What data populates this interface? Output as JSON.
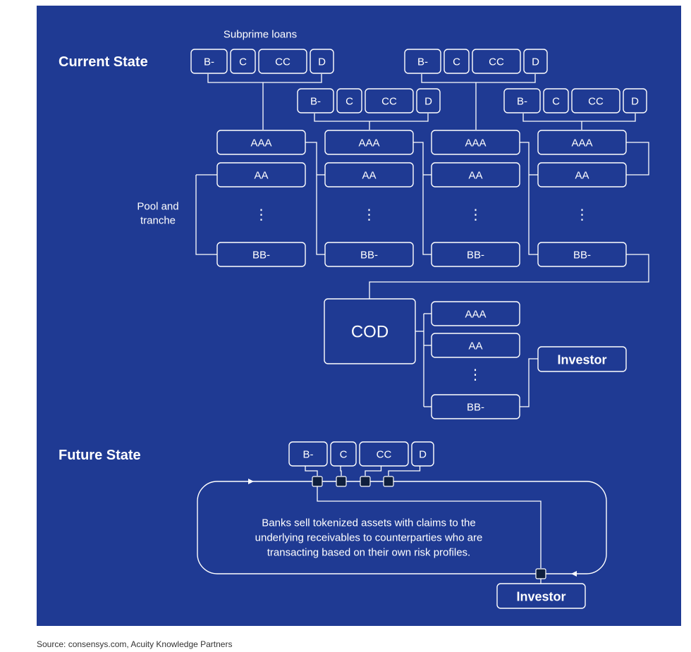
{
  "colors": {
    "panel": "#1f3a93",
    "line": "#ffffff",
    "node": "#0f1f3d",
    "text": "#ffffff",
    "source_text": "#333333"
  },
  "current_state": {
    "title": "Current State",
    "loans_label": "Subprime loans",
    "loan_grades": [
      "B-",
      "C",
      "CC",
      "D"
    ],
    "pool_label_line1": "Pool and",
    "pool_label_line2": "tranche",
    "tranches": [
      "AAA",
      "AA",
      "⋮",
      "BB-"
    ],
    "cdo_label": "COD",
    "cdo_tranches": [
      "AAA",
      "AA",
      "⋮",
      "BB-"
    ],
    "investor_label": "Investor"
  },
  "future_state": {
    "title": "Future State",
    "loan_grades": [
      "B-",
      "C",
      "CC",
      "D"
    ],
    "description_lines": [
      "Banks sell tokenized assets with claims to the",
      "underlying receivables to counterparties who are",
      "transacting based on their own risk profiles."
    ],
    "investor_label": "Investor"
  },
  "source": "Source: consensys.com, Acuity Knowledge Partners"
}
